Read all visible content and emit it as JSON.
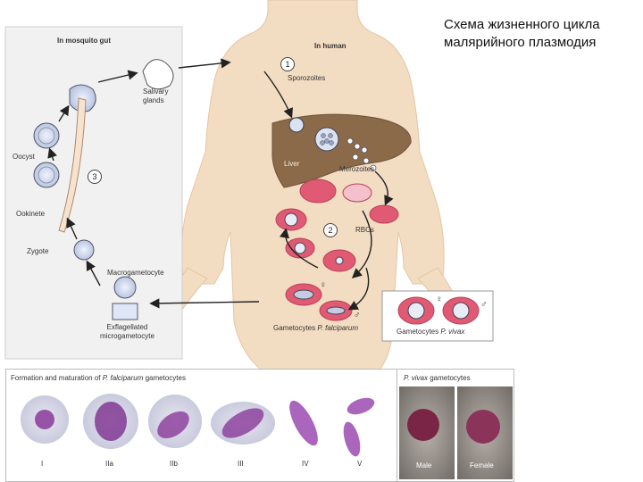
{
  "title": [
    "Схема жизненного цикла",
    "малярийного плазмодия"
  ],
  "mosquito_panel": {
    "heading": "In mosquito gut",
    "labels": {
      "salivary": [
        "Salivary",
        "glands"
      ],
      "oocyst": "Oocyst",
      "ookinete": "Ookinete",
      "zygote": "Zygote",
      "macrogametocyte": "Macrogametocyte",
      "exflagellated": [
        "Exflagellated",
        "microgametocyte"
      ]
    },
    "stage_number": "3"
  },
  "human_panel": {
    "heading": "In human",
    "labels": {
      "sporozoites": "Sporozoites",
      "liver": "Liver",
      "merozoites": "Merozoites",
      "rbcs": "RBCs",
      "gametocytes_pf_prefix": "Gametocytes ",
      "gametocytes_pf_species": "P. falciparum",
      "gametocytes_pv_prefix": "Gametocytes ",
      "gametocytes_pv_species": "P. vivax"
    },
    "stage_numbers": [
      "1",
      "2"
    ],
    "symbols": {
      "female": "♀",
      "male": "♂"
    }
  },
  "bottom_left": {
    "heading_prefix": "Formation and maturation of ",
    "heading_species": "P. falciparum",
    "heading_suffix": " gametocytes",
    "stages": [
      "I",
      "IIa",
      "IIb",
      "III",
      "IV",
      "V"
    ]
  },
  "bottom_right": {
    "heading_species": "P. vivax",
    "heading_suffix": " gametocytes",
    "labels": [
      "Male",
      "Female"
    ]
  },
  "colors": {
    "skin": "#f2dcc2",
    "liver": "#8b6a4a",
    "rbc": "#e05a73",
    "rbc_light": "#f3c0cb",
    "stain_purple": "#8a3a9a",
    "microscopy_bg": "#d9dde8",
    "vivax_bg": "#8e8a86"
  }
}
